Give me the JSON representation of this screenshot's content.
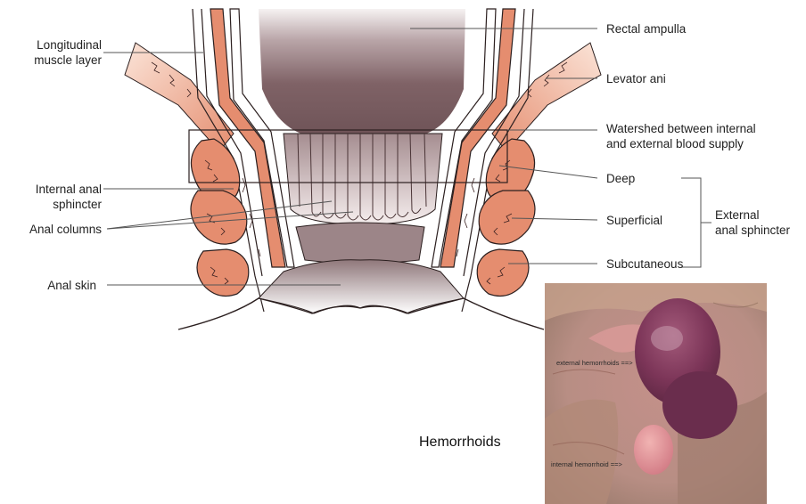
{
  "labels_left": {
    "longitudinal_line1": "Longitudinal",
    "longitudinal_line2": "muscle layer",
    "internal_sphincter_line1": "Internal anal",
    "internal_sphincter_line2": "sphincter",
    "anal_columns": "Anal columns",
    "anal_skin": "Anal skin"
  },
  "labels_right": {
    "rectal_ampulla": "Rectal ampulla",
    "levator_ani": "Levator ani",
    "watershed_line1": "Watershed between internal",
    "watershed_line2": "and external blood supply",
    "deep": "Deep",
    "superficial": "Superficial",
    "subcutaneous": "Subcutaneous",
    "external_sphincter_line1": "External",
    "external_sphincter_line2": "anal sphincter"
  },
  "photo": {
    "caption": "Hemorrhoids",
    "tag_external": "external hemorrhoids ==>",
    "tag_internal": "internal hemorrhoid ==>"
  },
  "colors": {
    "muscle": "#e58d6f",
    "muscle_light": "#f3c4ae",
    "lumen_dark": "#8a6d70",
    "lumen_light": "#f4eeee",
    "outline": "#2b1f1f"
  }
}
